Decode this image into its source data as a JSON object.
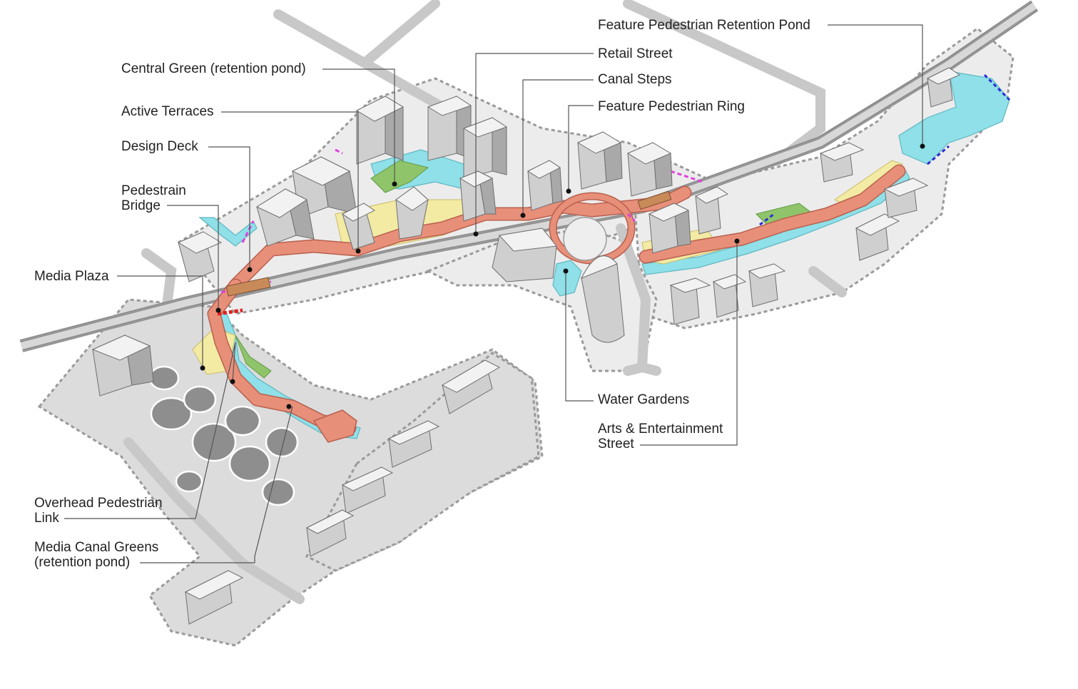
{
  "labels": {
    "feature_pond": "Feature Pedestrian Retention Pond",
    "retail_street": "Retail Street",
    "central_green": "Central Green (retention pond)",
    "canal_steps": "Canal Steps",
    "feature_ring": "Feature Pedestrian Ring",
    "active_terraces": "Active Terraces",
    "design_deck": "Design Deck",
    "ped_bridge_1": "Pedestrain",
    "ped_bridge_2": "Bridge",
    "media_plaza": "Media Plaza",
    "water_gardens": "Water Gardens",
    "arts_street_1": "Arts & Entertainment",
    "arts_street_2": "Street",
    "overhead_link_1": "Overhead Pedestrian",
    "overhead_link_2": "Link",
    "media_canal_1": "Media Canal Greens",
    "media_canal_2": "(retention pond)"
  },
  "colors": {
    "pedestrian_route": "#e88f7a",
    "water": "#8fe0e8",
    "green_space": "#8fc46a",
    "terrace": "#f3eaa3",
    "boundary_magenta": "#e040e0",
    "boundary_blue": "#2b2bd8",
    "boundary_red": "#e02020",
    "buildings": "#a9a9a9"
  }
}
